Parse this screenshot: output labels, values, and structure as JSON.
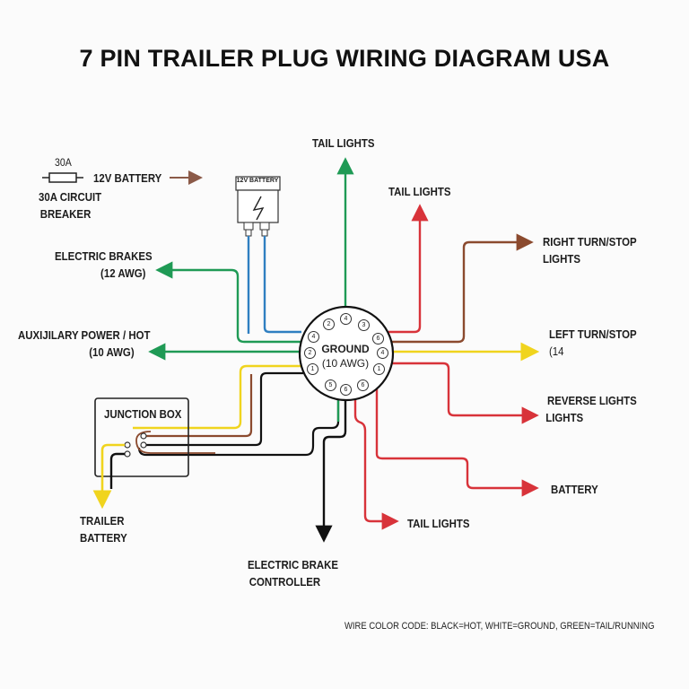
{
  "title": "7 PIN TRAILER PLUG WIRING DIAGRAM USA",
  "colors": {
    "green": "#1f9a55",
    "red": "#d8333a",
    "brown": "#8b4a2e",
    "yellow": "#f0d41e",
    "blue": "#2f7fc1",
    "black": "#111111"
  },
  "breaker": {
    "rating": "30A",
    "label_line1": "30A CIRCUIT",
    "label_line2": "BREAKER",
    "battery_text": "12V BATTERY"
  },
  "battery_box": {
    "label": "12V BATTERY",
    "icon": "lightning-bolt-icon"
  },
  "connector": {
    "center_line1": "GROUND",
    "center_line2": "(10 AWG)",
    "pins": [
      "4",
      "3",
      "6",
      "4",
      "1",
      "6",
      "6",
      "5",
      "1",
      "2",
      "4",
      "2"
    ]
  },
  "outputs": {
    "tail_top": "TAIL LIGHTS",
    "tail_right_top": "TAIL LIGHTS",
    "right_turn_line1": "RIGHT TURN/STOP",
    "right_turn_line2": "LIGHTS",
    "left_turn_line1": "LEFT TURN/STOP",
    "left_turn_line2": "(14",
    "reverse_line1": "REVERSE LIGHTS",
    "reverse_line2": "LIGHTS",
    "battery": "BATTERY",
    "tail_bottom": "TAIL LIGHTS",
    "brake_controller_line1": "ELECTRIC BRAKE",
    "brake_controller_line2": "CONTROLLER",
    "electric_brakes_line1": "ELECTRIC BRAKES",
    "electric_brakes_line2": "(12 AWG)",
    "aux_line1": "AUXIJILARY POWER / HOT",
    "aux_line2": "(10 AWG)"
  },
  "junction_box": {
    "label": "JUNCTION BOX",
    "trailer_battery_line1": "TRAILER",
    "trailer_battery_line2": "BATTERY"
  },
  "legend": "WIRE COLOR CODE: BLACK=HOT, WHITE=GROUND, GREEN=TAIL/RUNNING"
}
